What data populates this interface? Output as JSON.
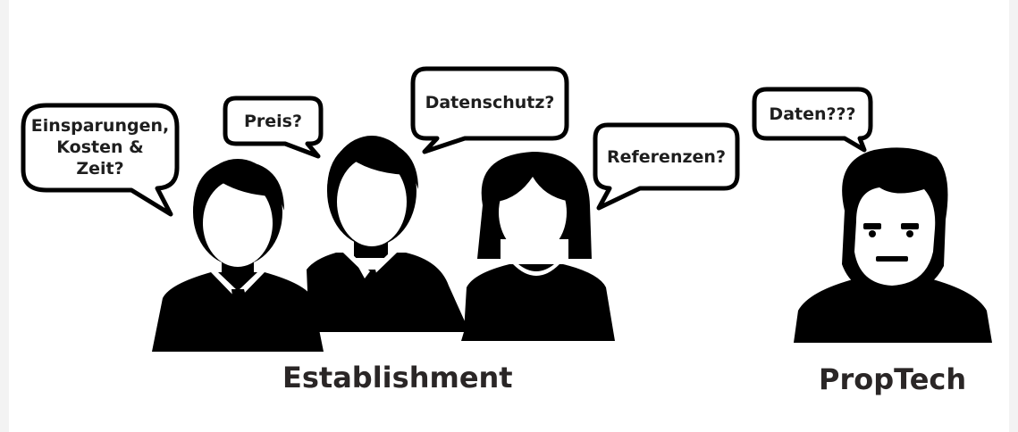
{
  "bubbles": {
    "savings": {
      "lines": [
        "Einsparungen,",
        "Kosten &",
        "Zeit?"
      ]
    },
    "price": {
      "text": "Preis?"
    },
    "privacy": {
      "text": "Datenschutz?"
    },
    "references": {
      "text": "Referenzen?"
    },
    "data": {
      "text": "Daten???"
    }
  },
  "labels": {
    "establishment": "Establishment",
    "proptech": "PropTech"
  },
  "colors": {
    "background": "#f3f3f3",
    "figure": "#000000",
    "bubble_fill": "#ffffff",
    "text": "#1e1e1e"
  },
  "icons": [
    "businessman-icon",
    "businessman-icon",
    "businesswoman-icon",
    "frowning-person-icon",
    "speech-bubble-icon"
  ]
}
